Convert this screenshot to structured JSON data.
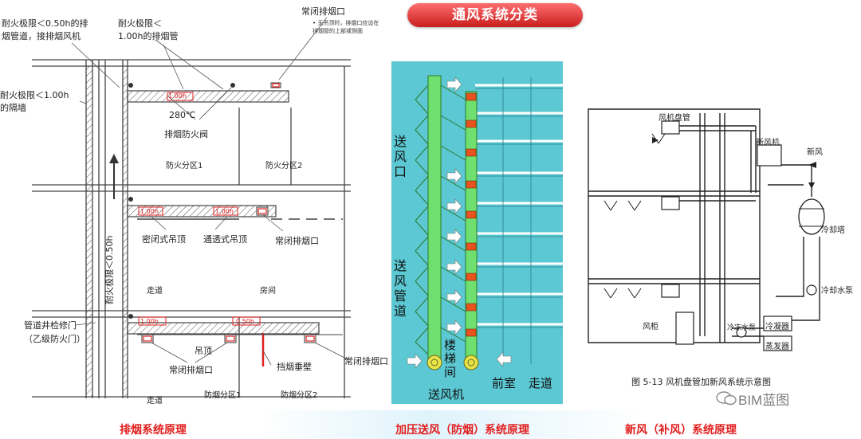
{
  "title": "通风系统分类",
  "captions": {
    "left": "排烟系统原理",
    "middle": "加压送风（防烟）系统原理",
    "right": "新风（补风）系统原理"
  },
  "smoke_exhaust": {
    "labels": {
      "fire_limit_05": "耐火极限＜0.50h的排",
      "fire_limit_05_b": "烟管道，接排烟风机",
      "fire_limit_100_top": "耐火极限＜",
      "fire_limit_100_top_b": "1.00h的排烟管",
      "fire_limit_wall": "耐火极限＜1.00h",
      "fire_limit_wall_b": "的隔墙",
      "normally_closed_top": "常闭排烟口",
      "note_1": "• 无吊顶时，排烟口应设在",
      "note_2": "排烟管的上部或侧面",
      "temp": "280℃",
      "damper": "排烟防火阀",
      "fire_zone_1": "防火分区1",
      "fire_zone_2": "防火分区2",
      "sealed_ceiling": "密闭式吊顶",
      "open_ceiling": "通透式吊顶",
      "normally_closed_mid": "常闭排烟口",
      "shaft_fire_limit": "耐火极限＜0.50h",
      "corridor_mid": "走道",
      "room": "房间",
      "access_door": "管道井检修门",
      "access_door_b": "（乙级防火门）",
      "ceiling": "吊顶",
      "normally_closed_low": "常闭排烟口",
      "smoke_curtain": "挡烟垂壁",
      "normally_closed_right": "常闭排烟口",
      "corridor_low": "走道",
      "smoke_zone_1": "防烟分区1",
      "smoke_zone_2": "防烟分区2",
      "duct_1": "1.00h",
      "duct_2": "1.00h",
      "duct_3": "1.00h",
      "duct_4": "1.00h",
      "duct_5": "0.50h"
    }
  },
  "pressurization": {
    "labels": {
      "air_outlet": [
        "送",
        "风",
        "口"
      ],
      "air_duct": [
        "送",
        "风",
        "管",
        "道"
      ],
      "stair": [
        "楼",
        "梯",
        "间"
      ],
      "fan": "送风机",
      "front_room": "前室",
      "corridor": "走道"
    },
    "colors": {
      "background": "#5bc8d3",
      "duct": "#6fe06f",
      "outlet": "#e8531f"
    }
  },
  "fresh_air": {
    "labels": {
      "fan_coil": "风机盘管",
      "fresh_air_unit": "新风机",
      "fresh_air": "新风",
      "cooling_tower": "冷却塔",
      "cooling_pump": "冷却水泵",
      "air_cabinet": "风柜",
      "chilled_pump": "冷冻水泵",
      "condenser": "冷凝器",
      "evaporator": "蒸发器",
      "figure_caption": "图 5-13   风机盘管加新风系统示意图"
    }
  },
  "watermark": "BIM蓝图"
}
